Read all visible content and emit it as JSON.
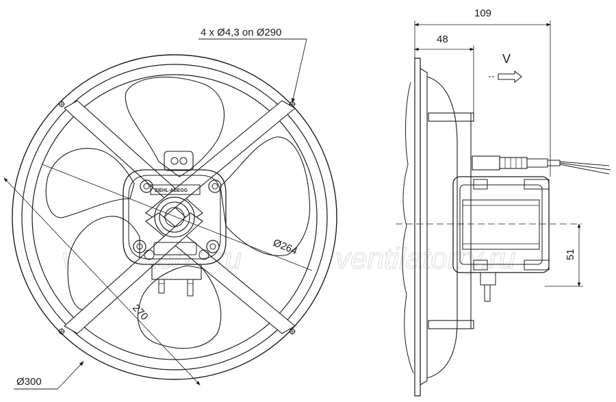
{
  "front_view": {
    "hole_spec": "4 x  Ø4,3 on Ø290",
    "inner_diameter": "Ø264",
    "outer_diameter": "Ø300",
    "diagonal": "270",
    "motor_logo": "ZIEHL-ABEGG"
  },
  "side_view": {
    "total_depth": "109",
    "flange_depth": "48",
    "airflow_label": "V",
    "motor_offset": "51"
  },
  "watermarks": [
    "ventilatorry.ru",
    "ventilatorry.ru"
  ],
  "colors": {
    "line": "#1a1a1a",
    "watermark": "#d9d9d9"
  }
}
